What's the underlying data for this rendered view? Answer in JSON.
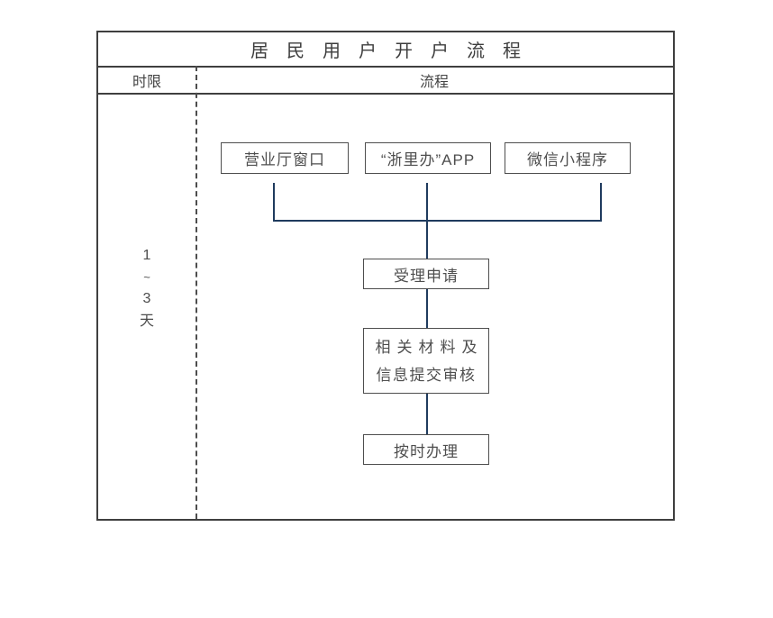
{
  "title": "居民用户开户流程",
  "header": {
    "time_column": "时限",
    "process_column": "流程"
  },
  "time_limit": {
    "line1": "1",
    "line2": "~",
    "line3": "3",
    "line4": "天"
  },
  "channels": {
    "hall": "营业厅窗口",
    "zheliban_app": "“浙里办”APP",
    "wechat_mini_program": "微信小程序"
  },
  "steps": {
    "accept_application": "受理申请",
    "materials_line1": "相关材料及",
    "materials_line2": "信息提交审核",
    "process_on_time": "按时办理"
  },
  "colors": {
    "frame_border": "#3f3f3f",
    "box_border": "#4e4e4e",
    "connector": "#1f3b5e",
    "text": "#474747",
    "background": "#ffffff"
  }
}
